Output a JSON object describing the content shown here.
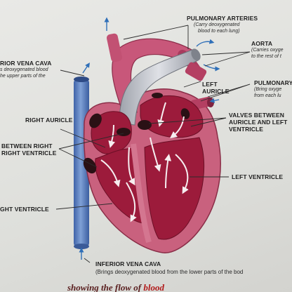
{
  "labels": {
    "pulmonary_arteries": {
      "title": "PULMONARY ARTERIES",
      "desc1": "(Carry deoxygenated",
      "desc2": "blood to each lung)"
    },
    "aorta": {
      "title": "AORTA",
      "desc1": "(Carries oxyge",
      "desc2": "to the rest of t"
    },
    "superior_vena_cava": {
      "title": "RIOR VENA CAVA",
      "desc1": "s deoxygenated blood",
      "desc2": "he upper parts of the"
    },
    "left_auricle": {
      "line1": "LEFT",
      "line2": "AURICLE"
    },
    "pulmonary_veins": {
      "title": "PULMONARY",
      "desc1": "(Bring oxyge",
      "desc2": "from each lu"
    },
    "right_auricle": {
      "title": "RIGHT AURICLE"
    },
    "valves_left": {
      "line1": "VALVES BETWEEN",
      "line2": "AURICLE AND LEFT",
      "line3": "VENTRICLE"
    },
    "valves_right": {
      "line1": "BETWEEN RIGHT",
      "line2": "RIGHT VENTRICLE"
    },
    "left_ventricle": {
      "title": "LEFT VENTRICLE"
    },
    "right_ventricle": {
      "title": "GHT VENTRICLE"
    },
    "inferior_vena_cava": {
      "title": "INFERIOR VENA CAVA",
      "desc": "(Brings deoxygenated blood from the lower parts of the bod"
    }
  },
  "bottom_text": {
    "part1": "         showing the flow of ",
    "part2": "blood"
  },
  "colors": {
    "heart_wall": "#c9617e",
    "chamber": "#9c1b3b",
    "vein_blue": "#5b7ec0",
    "aorta_grey": "#b9bcc4",
    "flow_arrow": "#f6eef0",
    "pointer_line": "#2b2b2b"
  }
}
